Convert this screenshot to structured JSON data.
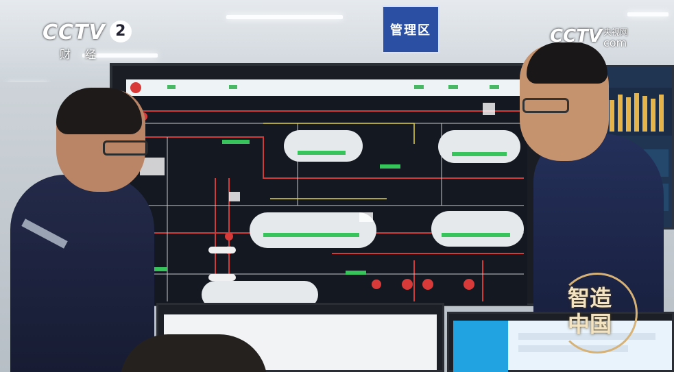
{
  "scene": {
    "sign_text": "管理区"
  },
  "watermarks": {
    "channel_logo": "CCTV",
    "channel_number": "2",
    "channel_name": "财 经",
    "site_logo": "CCTV",
    "site_name_cn": "央视网",
    "site_domain": "com"
  },
  "program_badge": {
    "line1": "智造",
    "line2": "中国"
  },
  "colors": {
    "sign_blue": "#2a4fa3",
    "jacket_navy": "#1c2342",
    "pipe_red": "#d33a3a",
    "vessel_white": "#e6e9ec",
    "status_green": "#37c45a"
  }
}
